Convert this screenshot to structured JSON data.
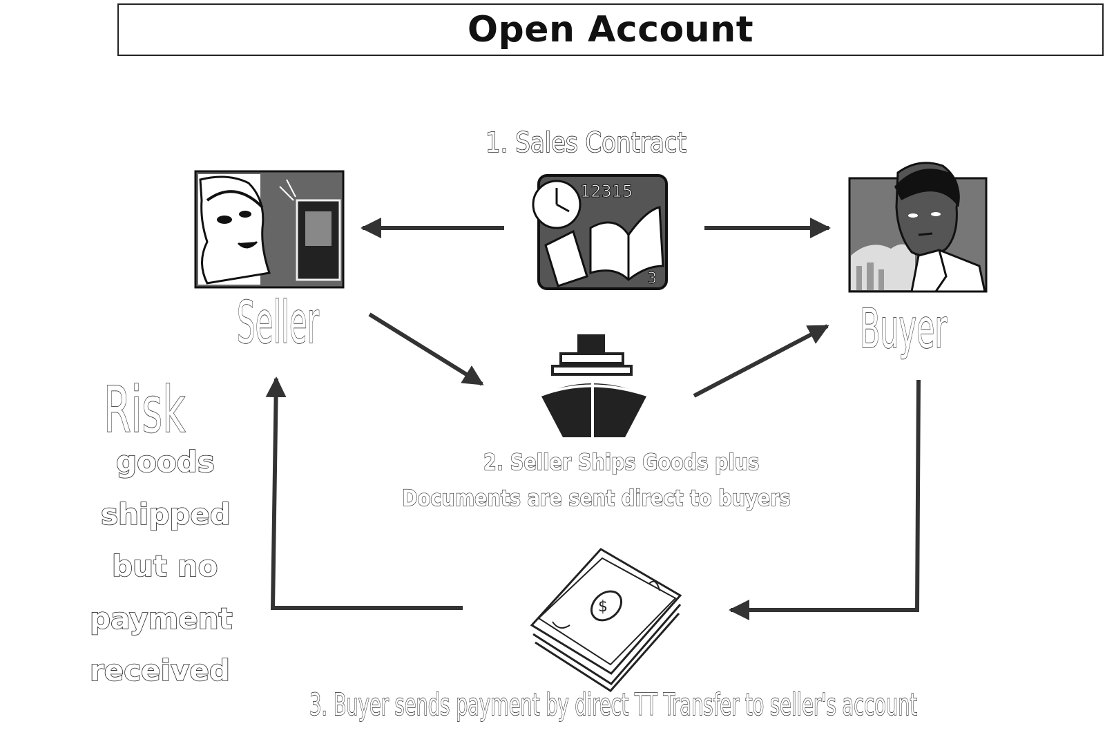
{
  "title": "Open Account",
  "step1": "1. Sales Contract",
  "seller_label": "Seller",
  "buyer_label": "Buyer",
  "step2_line1": "2. Seller Ships Goods plus",
  "step2_line2": "Documents are sent direct to buyers",
  "step3": "3. Buyer sends payment by direct TT Transfer to seller's account",
  "risk": {
    "heading": "Risk",
    "lines": [
      "goods",
      "shipped",
      "but no",
      "payment",
      "received"
    ]
  },
  "icons": {
    "seller": "woman-at-computer-icon",
    "contract": "clock-and-book-icon",
    "buyer": "businessman-icon",
    "ship": "ship-icon",
    "money": "money-stack-icon"
  }
}
